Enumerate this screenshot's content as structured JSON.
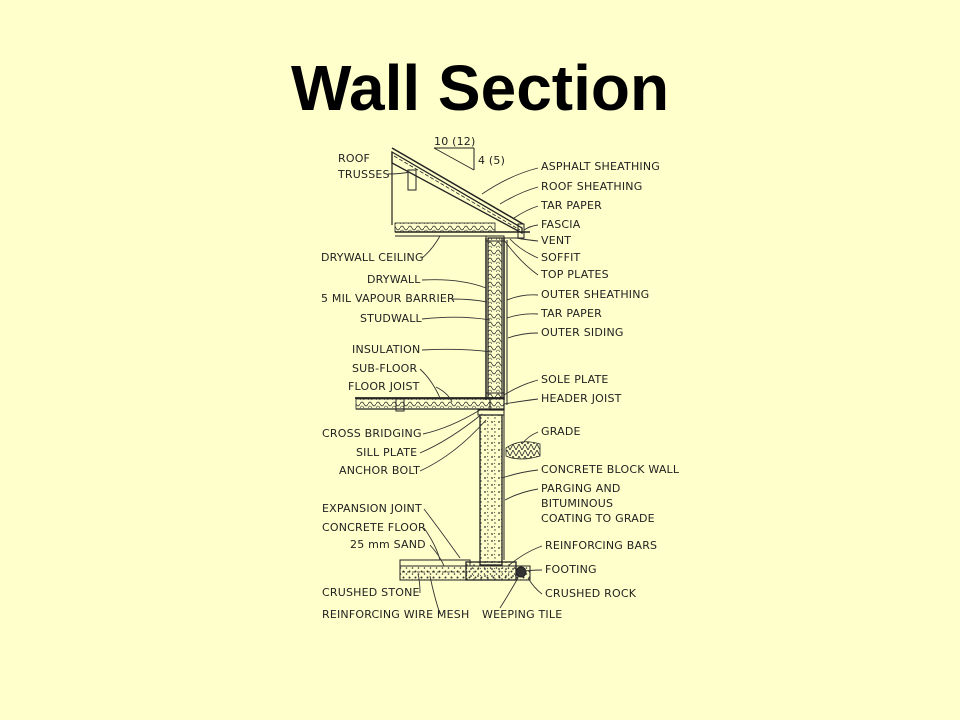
{
  "title": "Wall Section",
  "pitch": {
    "run": "10 (12)",
    "rise": "4 (5)"
  },
  "labels_left": {
    "roof_trusses_1": "ROOF",
    "roof_trusses_2": "TRUSSES",
    "drywall_ceiling": "DRYWALL CEILING",
    "drywall": "DRYWALL",
    "vapour_barrier": "5 MIL VAPOUR BARRIER",
    "studwall": "STUDWALL",
    "insulation": "INSULATION",
    "sub_floor": "SUB-FLOOR",
    "floor_joist": "FLOOR JOIST",
    "cross_bridging": "CROSS BRIDGING",
    "sill_plate": "SILL PLATE",
    "anchor_bolt": "ANCHOR BOLT",
    "expansion_joint": "EXPANSION JOINT",
    "concrete_floor": "CONCRETE FLOOR",
    "sand": "25 mm SAND",
    "crushed_stone": "CRUSHED STONE",
    "wire_mesh": "REINFORCING WIRE MESH"
  },
  "labels_right": {
    "asphalt_sheathing": "ASPHALT SHEATHING",
    "roof_sheathing": "ROOF SHEATHING",
    "tar_paper_roof": "TAR PAPER",
    "fascia": "FASCIA",
    "vent": "VENT",
    "soffit": "SOFFIT",
    "top_plates": "TOP PLATES",
    "outer_sheathing": "OUTER SHEATHING",
    "tar_paper_wall": "TAR PAPER",
    "outer_siding": "OUTER SIDING",
    "sole_plate": "SOLE PLATE",
    "header_joist": "HEADER JOIST",
    "grade": "GRADE",
    "block_wall": "CONCRETE BLOCK WALL",
    "parging_1": "PARGING  AND",
    "parging_2": "BITUMINOUS",
    "parging_3": "COATING TO GRADE",
    "reinforcing_bars": "REINFORCING BARS",
    "footing": "FOOTING",
    "crushed_rock": "CRUSHED ROCK",
    "weeping_tile": "WEEPING TILE"
  }
}
